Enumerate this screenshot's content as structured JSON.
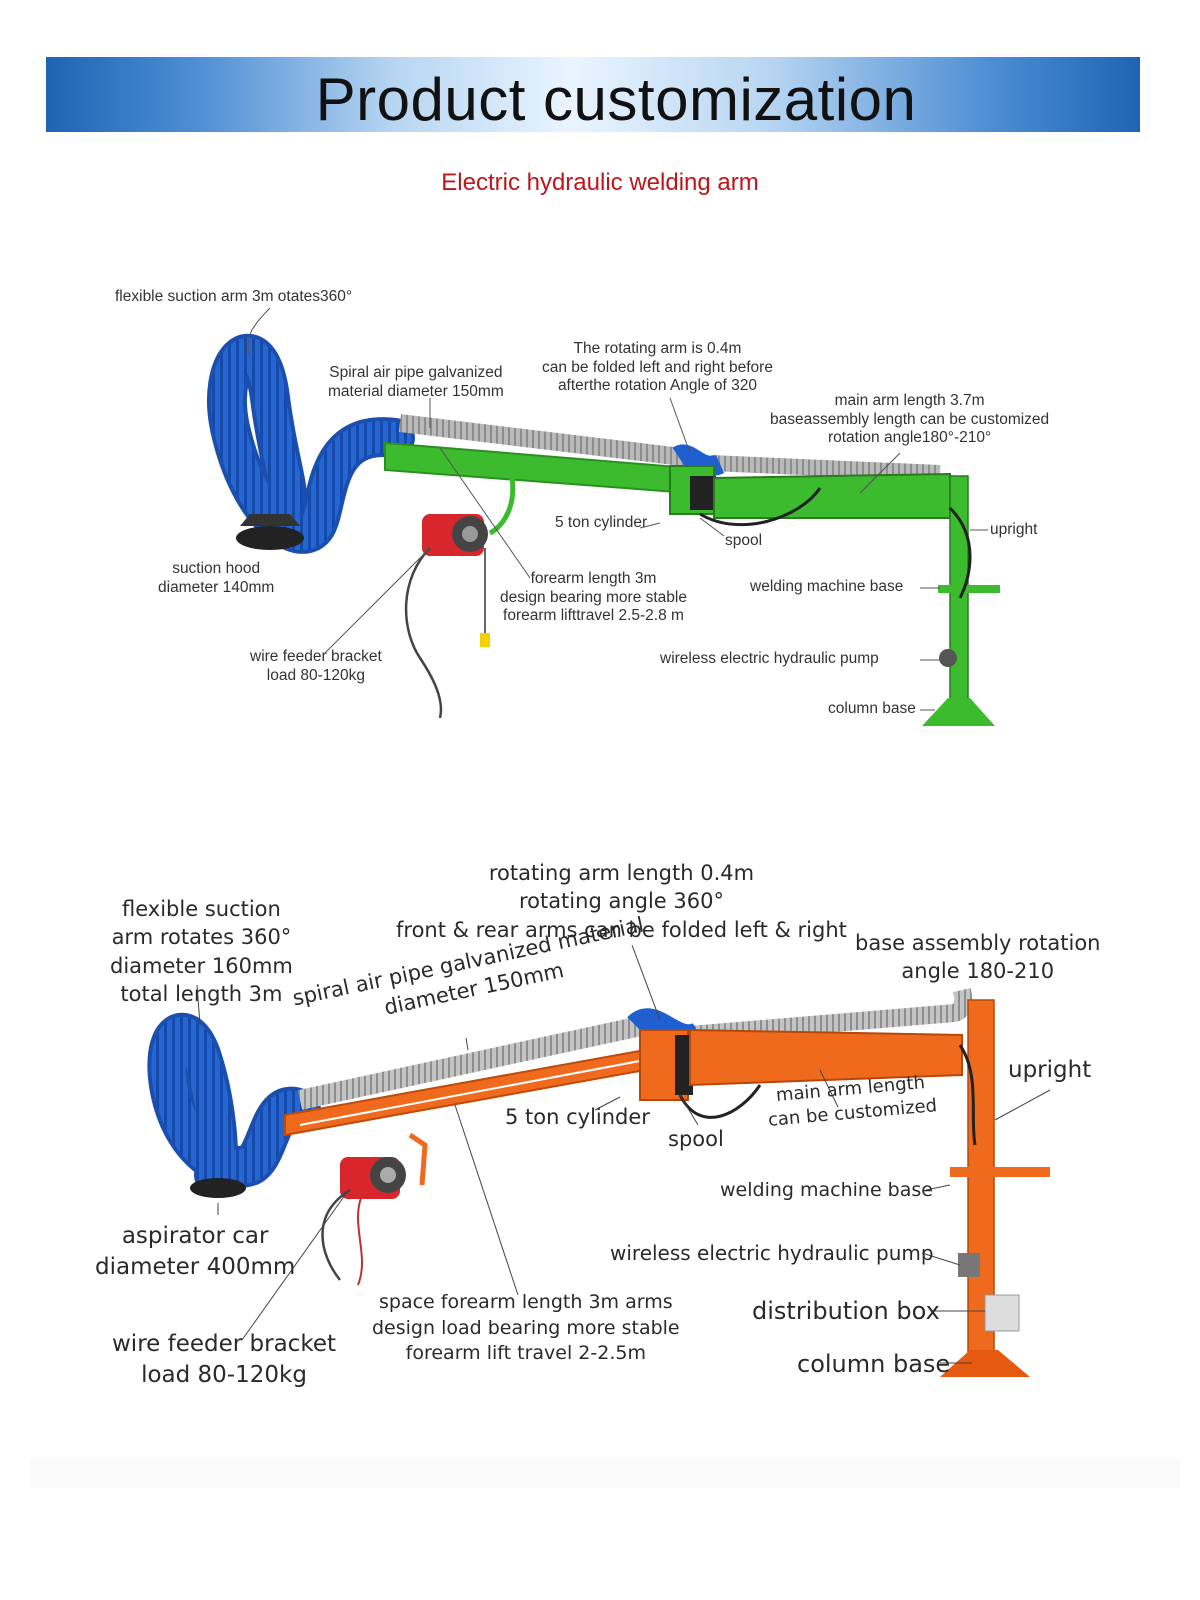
{
  "header": {
    "title": "Product customization",
    "subtitle": "Electric hydraulic welding arm"
  },
  "diagram1": {
    "flexible_arm": "flexible suction arm 3m otates360°",
    "spiral_pipe_1": "Spiral air pipe galvanized",
    "spiral_pipe_2": "material diameter 150mm",
    "rotating_arm_1": "The rotating arm is 0.4m",
    "rotating_arm_2": "can be folded left and right before",
    "rotating_arm_3": "afterthe rotation Angle of 320",
    "main_arm_1": "main arm length 3.7m",
    "main_arm_2": "baseassembly length can be customized",
    "main_arm_3": "rotation angle180°-210°",
    "upright": "upright",
    "cylinder": "5 ton cylinder",
    "spool": "spool",
    "hood_1": "suction hood",
    "hood_2": "diameter 140mm",
    "forearm_1": "forearm length 3m",
    "forearm_2": "design bearing more stable",
    "forearm_3": "forearm lifttravel 2.5-2.8 m",
    "welding_base": "welding machine base",
    "pump": "wireless electric hydraulic pump",
    "bracket_1": "wire feeder bracket",
    "bracket_2": "load 80-120kg",
    "column_base": "column base"
  },
  "diagram2": {
    "flexible_1": "flexible suction",
    "flexible_2": "arm rotates 360°",
    "flexible_3": "diameter 160mm",
    "flexible_4": "total length 3m",
    "rotating_1": "rotating arm length 0.4m",
    "rotating_2": "rotating angle 360°",
    "rotating_3": "front & rear arms can be folded left & right",
    "base_rot_1": "base assembly rotation",
    "base_rot_2": "angle 180-210",
    "spiral_1": "spiral air pipe galvanized material",
    "spiral_2": "diameter 150mm",
    "upright": "upright",
    "cylinder": "5 ton cylinder",
    "spool": "spool",
    "main_arm_1": "main arm length",
    "main_arm_2": "can be customized",
    "welding_base": "welding machine base",
    "aspirator_1": "aspirator car",
    "aspirator_2": "diameter 400mm",
    "pump": "wireless electric hydraulic pump",
    "distribution": "distribution box",
    "bracket_1": "wire feeder bracket",
    "bracket_2": "load 80-120kg",
    "forearm_1": "space forearm length 3m arms",
    "forearm_2": "design load bearing more stable",
    "forearm_3": "forearm lift travel 2-2.5m",
    "column_base": "column base"
  },
  "colors": {
    "banner_blue": "#1e64b4",
    "subtitle_red": "#c0141a",
    "hose_blue": "#1f5fd0",
    "arm_green": "#3dbb2f",
    "arm_orange": "#f06a1e",
    "pipe_silver": "#a8a8a8",
    "feeder_red": "#d8262c"
  }
}
